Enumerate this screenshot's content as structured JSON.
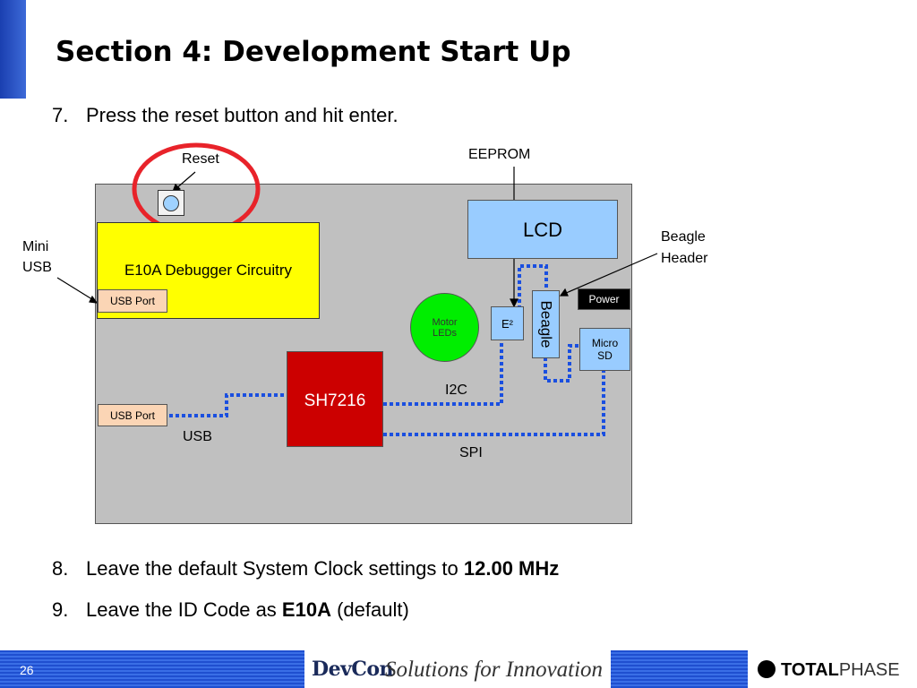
{
  "slide": {
    "title": "Section 4: Development Start Up",
    "page_number": "26"
  },
  "steps": [
    {
      "num": "7.",
      "text": "Press the reset button and hit enter."
    },
    {
      "num": "8.",
      "text": "Leave the default System Clock settings to ",
      "bold": "12.00 MHz",
      "after": ""
    },
    {
      "num": "9.",
      "text": "Leave the ID Code as ",
      "bold": "E10A",
      "after": " (default)"
    }
  ],
  "diagram": {
    "reset_label": "Reset",
    "eeprom_label": "EEPROM",
    "mini_usb_label_1": "Mini",
    "mini_usb_label_2": "USB",
    "beagle_header_label_1": "Beagle",
    "beagle_header_label_2": "Header",
    "debugger": "E10A Debugger Circuitry",
    "usb_port_top": "USB Port",
    "usb_port_bottom": "USB Port",
    "lcd": "LCD",
    "power": "Power",
    "motor_leds_1": "Motor",
    "motor_leds_2": "LEDs",
    "e2": "E²",
    "beagle": "Beagle",
    "micro_sd_1": "Micro",
    "micro_sd_2": "SD",
    "mcu": "SH7216",
    "i2c": "I2C",
    "usb": "USB",
    "spi": "SPI",
    "colors": {
      "board": "#c0c0c0",
      "debugger": "#ffff00",
      "usb_port": "#fbd5b5",
      "lcd": "#99ccff",
      "motor": "#00ee00",
      "mcu": "#cc0000",
      "bus_line": "#1a4fe0",
      "highlight_circle": "#e8232a"
    }
  },
  "footer": {
    "devcon": "DevCon",
    "tagline": "Solutions for Innovation",
    "brand_a": "TOTAL",
    "brand_b": "PHASE"
  }
}
